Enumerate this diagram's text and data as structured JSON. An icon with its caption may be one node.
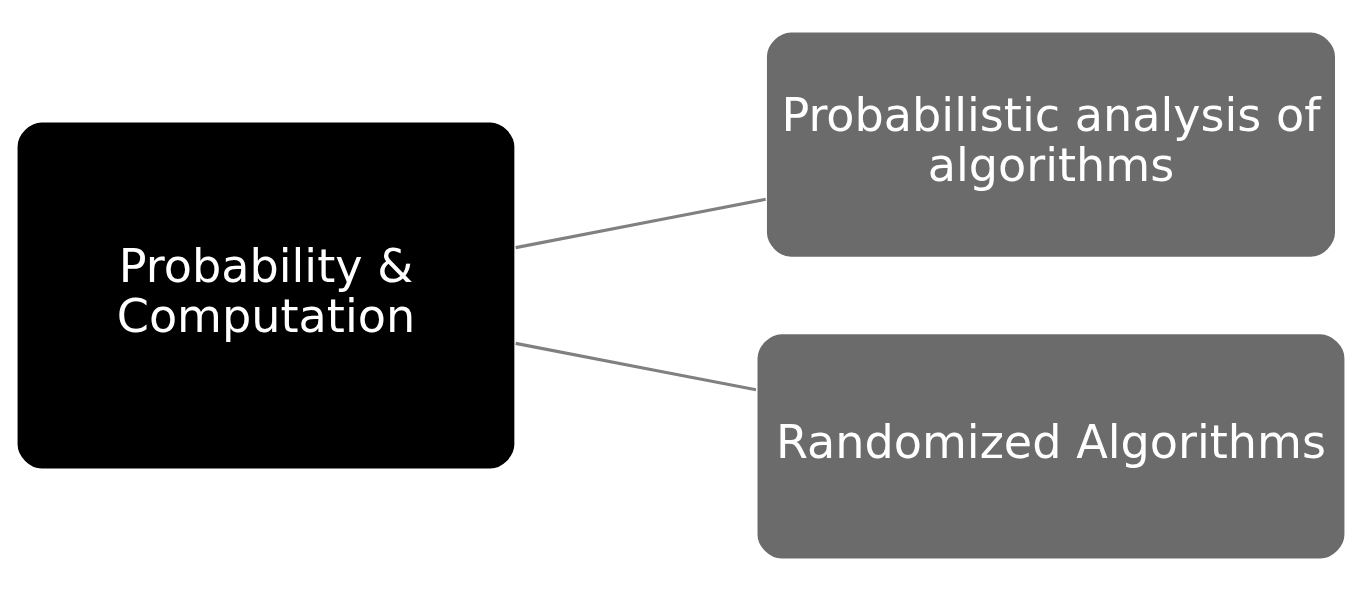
{
  "diagram": {
    "nodes": [
      {
        "text": [
          "Probability & Computation"
        ]
      },
      {
        "text": [
          "Probabilistic analysis of algorithms"
        ]
      },
      {
        "text": [
          "Randomized Algorithms"
        ]
      }
    ],
    "edges": [
      {
        "from": 0,
        "to": 1,
        "arrow": "none"
      },
      {
        "from": 0,
        "to": 2,
        "arrow": "none"
      }
    ]
  }
}
